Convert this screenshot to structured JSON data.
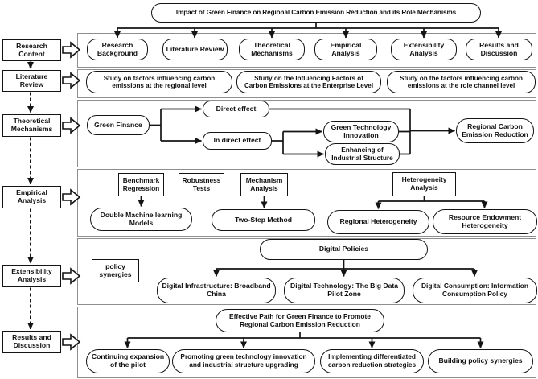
{
  "title": "Impact of Green Finance on Regional Carbon Emission Reduction and its Role Mechanisms",
  "sidebar": {
    "items": [
      "Research Content",
      "Literature Review",
      "Theoretical Mechanisms",
      "Empirical Analysis",
      "Extensibility Analysis",
      "Results and Discussion"
    ]
  },
  "rows": {
    "research_content": {
      "boxes": [
        "Research Background",
        "Literature Review",
        "Theoretical Mechanisms",
        "Empirical Analysis",
        "Extensibility Analysis",
        "Results and Discussion"
      ]
    },
    "literature_review": {
      "boxes": [
        {
          "lines": [
            "Study on factors influencing carbon",
            "emissions at the regional level"
          ]
        },
        {
          "lines": [
            "Study on the Influencing Factors of",
            "Carbon Emissions at the Enterprise Level"
          ]
        },
        {
          "lines": [
            "Study on the factors influencing carbon",
            "emissions at the role channel level"
          ]
        }
      ]
    },
    "theoretical_mechanisms": {
      "green_finance": "Green Finance",
      "direct_effect": "Direct effect",
      "indirect_effect": "In direct effect",
      "green_technology_innovation": "Green Technology Innovation",
      "enhancing_industrial_structure": "Enhancing of Industrial Structure",
      "regional_carbon_emission_reduction": "Regional Carbon Emission Reduction"
    },
    "empirical_analysis": {
      "benchmark_regression": "Benchmark Regression",
      "robustness_tests": "Robustness Tests",
      "mechanism_analysis": "Mechanism Analysis",
      "heterogeneity_analysis": "Heterogeneity Analysis",
      "double_machine_learning": "Double Machine learning Models",
      "two_step_method": "Two-Step Method",
      "regional_heterogeneity": "Regional Heterogeneity",
      "resource_endowment_heterogeneity": "Resource Endowment Heterogeneity"
    },
    "extensibility_analysis": {
      "policy_synergies": "policy synergies",
      "digital_policies": "Digital Policies",
      "digital_infrastructure": "Digital Infrastructure: Broadband China",
      "digital_technology": "Digital Technology: The Big Data Pilot Zone",
      "digital_consumption": "Digital Consumption: Information Consumption Policy"
    },
    "results_discussion": {
      "effective_path": {
        "lines": [
          "Effective Path for Green Finance to Promote",
          "Regional Carbon Emission Reduction"
        ]
      },
      "paths": [
        {
          "lines": [
            "Continuing expansion",
            "of the pilot"
          ]
        },
        {
          "lines": [
            "Promoting green technology innovation",
            "and industrial structure upgrading"
          ]
        },
        {
          "lines": [
            "Implementing differentiated",
            "carbon reduction strategies"
          ]
        },
        "Building policy synergies"
      ]
    }
  },
  "colors": {
    "box_border": "#141414",
    "panel_border": "#8e8e8e",
    "line": "#141414",
    "background": "#ffffff",
    "text": "#111111"
  }
}
